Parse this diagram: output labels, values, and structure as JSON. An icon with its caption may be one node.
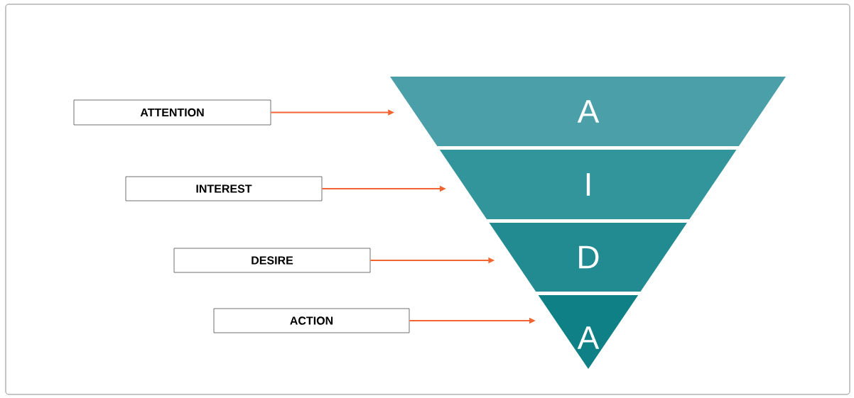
{
  "diagram": {
    "nodes": [
      {
        "text": [
          "ATTENTION"
        ]
      },
      {
        "text": [
          "INTEREST"
        ]
      },
      {
        "text": [
          "DESIRE"
        ]
      },
      {
        "text": [
          "ACTION"
        ]
      },
      {
        "text": [
          "A"
        ]
      },
      {
        "text": [
          "I"
        ]
      },
      {
        "text": [
          "D"
        ]
      },
      {
        "text": [
          "A"
        ]
      }
    ],
    "edges": [
      {
        "from": 0,
        "to": 4,
        "arrow": "to"
      },
      {
        "from": 1,
        "to": 5,
        "arrow": "to"
      },
      {
        "from": 2,
        "to": 6,
        "arrow": "to"
      },
      {
        "from": 3,
        "to": 7,
        "arrow": "to"
      }
    ]
  }
}
